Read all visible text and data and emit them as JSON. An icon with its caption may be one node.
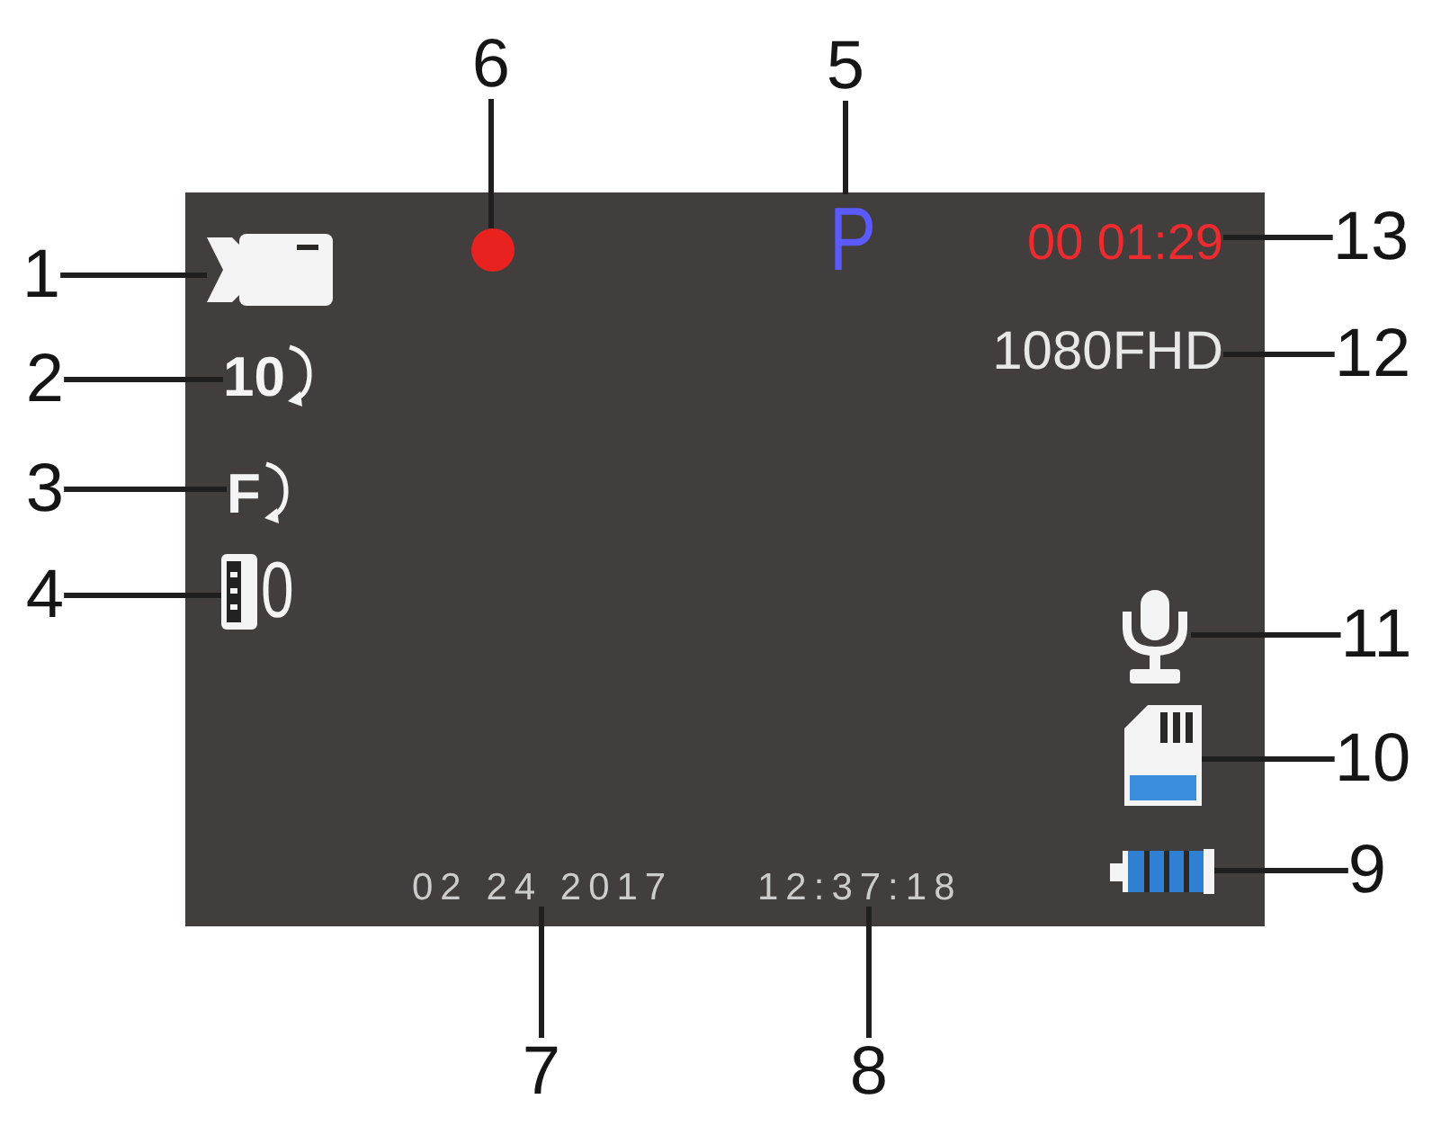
{
  "diagram": {
    "nodes": [
      {
        "text": [],
        "shape": "box"
      },
      {
        "text": [],
        "shape": "picture",
        "in": 0
      },
      {
        "text": [],
        "shape": "circle",
        "in": 0
      },
      {
        "text": [
          "P"
        ],
        "in": 0
      },
      {
        "text": [
          "00 01:29"
        ],
        "in": 0
      },
      {
        "text": [
          "10"
        ],
        "in": 0
      },
      {
        "text": [
          "1080FHD"
        ],
        "in": 0
      },
      {
        "text": [
          "F"
        ],
        "in": 0
      },
      {
        "text": [
          "0"
        ],
        "in": 0
      },
      {
        "text": [],
        "shape": "picture",
        "in": 0
      },
      {
        "text": [],
        "shape": "picture",
        "in": 0
      },
      {
        "text": [],
        "shape": "picture",
        "in": 0
      },
      {
        "text": [
          "02 24 2017"
        ],
        "in": 0
      },
      {
        "text": [
          "12:37:18"
        ],
        "in": 0
      },
      {
        "text": [
          "1"
        ]
      },
      {
        "text": [
          "2"
        ]
      },
      {
        "text": [
          "3"
        ]
      },
      {
        "text": [
          "4"
        ]
      },
      {
        "text": [
          "5"
        ]
      },
      {
        "text": [
          "6"
        ]
      },
      {
        "text": [
          "7"
        ]
      },
      {
        "text": [
          "8"
        ]
      },
      {
        "text": [
          "9"
        ]
      },
      {
        "text": [
          "10"
        ]
      },
      {
        "text": [
          "11"
        ]
      },
      {
        "text": [
          "12"
        ]
      },
      {
        "text": [
          "13"
        ]
      }
    ],
    "edges": [
      {
        "from": 14,
        "to": 1,
        "arrow": "none"
      },
      {
        "from": 15,
        "to": 5,
        "arrow": "none"
      },
      {
        "from": 16,
        "to": 7,
        "arrow": "none"
      },
      {
        "from": 17,
        "to": 8,
        "arrow": "none"
      },
      {
        "from": 18,
        "to": 3,
        "arrow": "none"
      },
      {
        "from": 19,
        "to": 2,
        "arrow": "none"
      },
      {
        "from": 20,
        "to": 12,
        "arrow": "none"
      },
      {
        "from": 21,
        "to": 13,
        "arrow": "none"
      },
      {
        "from": 22,
        "to": 11,
        "arrow": "none"
      },
      {
        "from": 23,
        "to": 10,
        "arrow": "none"
      },
      {
        "from": 24,
        "to": 9,
        "arrow": "none"
      },
      {
        "from": 25,
        "to": 6,
        "arrow": "none"
      },
      {
        "from": 26,
        "to": 4,
        "arrow": "none"
      }
    ]
  }
}
